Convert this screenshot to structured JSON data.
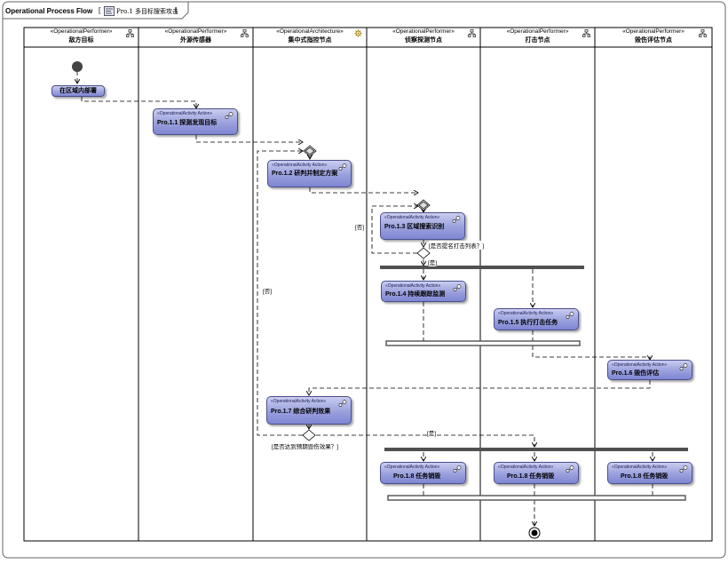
{
  "diagram": {
    "title": "Operational Process Flow",
    "tab_label": "Pro.1 多目标搜索攻击"
  },
  "lanes": [
    {
      "stereotype": "«OperationalPerformer»",
      "name": "敌方目标",
      "icon": "performer-icon"
    },
    {
      "stereotype": "«OperationalPerformer»",
      "name": "外源传感器",
      "icon": "performer-icon"
    },
    {
      "stereotype": "«OperationalArchitecture»",
      "name": "集中式指控节点",
      "icon": "architecture-icon"
    },
    {
      "stereotype": "«OperationalPerformer»",
      "name": "侦察探测节点",
      "icon": "performer-icon"
    },
    {
      "stereotype": "«OperationalPerformer»",
      "name": "打击节点",
      "icon": "performer-icon"
    },
    {
      "stereotype": "«OperationalPerformer»",
      "name": "毁伤评估节点",
      "icon": "performer-icon"
    }
  ],
  "initial_action": "在区域内部署",
  "activities": [
    {
      "stereotype": "«OperationalActivity Action»",
      "name": "Pro.1.1 探测发现目标"
    },
    {
      "stereotype": "«OperationalActivity Action»",
      "name": "Pro.1.2 研判并制定方案"
    },
    {
      "stereotype": "«OperationalActivity Action»",
      "name": "Pro.1.3 区域搜索识别"
    },
    {
      "stereotype": "«OperationalActivity Action»",
      "name": "Pro.1.4 持续跟踪监测"
    },
    {
      "stereotype": "«OperationalActivity Action»",
      "name": "Pro.1.5 执行打击任务"
    },
    {
      "stereotype": "«OperationalActivity Action»",
      "name": "Pro.1.6 毁伤评估"
    },
    {
      "stereotype": "«OperationalActivity Action»",
      "name": "Pro.1.7 综合研判效果"
    },
    {
      "stereotype": "«OperationalActivity Action»",
      "name": "Pro.1.8 任务销毁"
    },
    {
      "stereotype": "«OperationalActivity Action»",
      "name": "Pro.1.8 任务销毁"
    },
    {
      "stereotype": "«OperationalActivity Action»",
      "name": "Pro.1.8 任务销毁"
    }
  ],
  "guards": {
    "no_1": "[否]",
    "no_2": "[否]",
    "question_1": "[是否提名打击列表？]",
    "yes_1": "[是]",
    "yes_2": "[是]",
    "question_2": "[是否达到预期毁伤效果？]"
  },
  "colors": {
    "activity_fill": "#9aa0dd",
    "activity_border": "#4a4f8c",
    "bar": "#505050"
  }
}
